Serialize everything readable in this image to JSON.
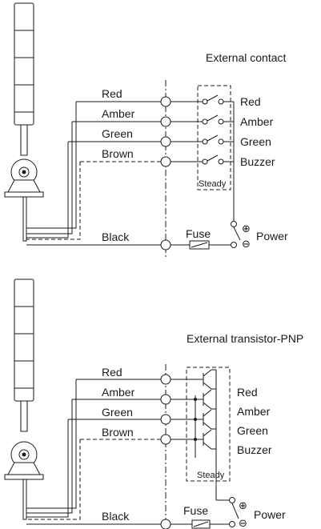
{
  "diagram_1": {
    "title": "External contact",
    "wires": [
      "Red",
      "Amber",
      "Green",
      "Brown",
      "Black"
    ],
    "outputs": [
      "Red",
      "Amber",
      "Green",
      "Buzzer"
    ],
    "steady_label": "Steady",
    "fuse_label": "Fuse",
    "power_label": "Power",
    "plus_symbol": "⊕",
    "minus_symbol": "⊖"
  },
  "diagram_2": {
    "title": "External transistor-PNP",
    "wires": [
      "Red",
      "Amber",
      "Green",
      "Brown",
      "Black"
    ],
    "outputs": [
      "Red",
      "Amber",
      "Green",
      "Buzzer"
    ],
    "steady_label": "Steady",
    "fuse_label": "Fuse",
    "power_label": "Power",
    "plus_symbol": "⊕",
    "minus_symbol": "⊖"
  }
}
